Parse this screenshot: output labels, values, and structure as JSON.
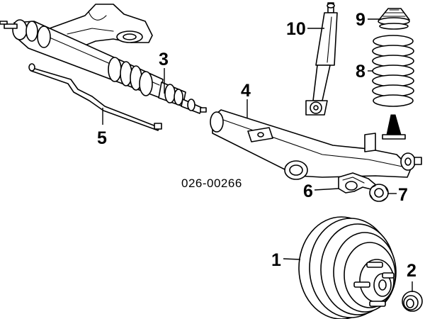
{
  "diagram": {
    "part_number": "026-00266",
    "callouts": [
      {
        "id": "1",
        "label": "1"
      },
      {
        "id": "2",
        "label": "2"
      },
      {
        "id": "3",
        "label": "3"
      },
      {
        "id": "4",
        "label": "4"
      },
      {
        "id": "5",
        "label": "5"
      },
      {
        "id": "6",
        "label": "6"
      },
      {
        "id": "7",
        "label": "7"
      },
      {
        "id": "8",
        "label": "8"
      },
      {
        "id": "9",
        "label": "9"
      },
      {
        "id": "10",
        "label": "10"
      }
    ]
  }
}
